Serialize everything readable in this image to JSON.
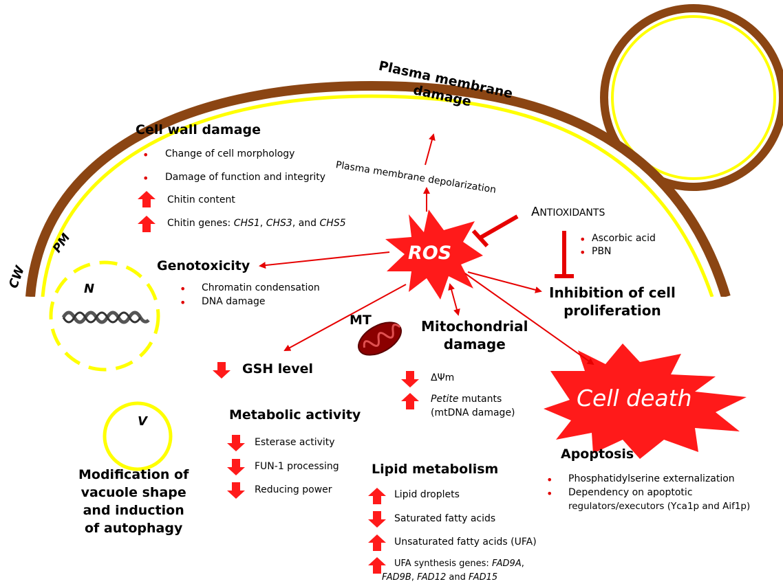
{
  "labels": {
    "cw": "CW",
    "pm": "PM",
    "n": "N",
    "v": "V",
    "mt": "MT",
    "ros": "ROS",
    "cell_death": "Cell death"
  },
  "plasma": {
    "title_line1": "Plasma membrane",
    "title_line2": "damage",
    "depolarization": "Plasma membrane depolarization"
  },
  "cell_wall": {
    "title": "Cell wall damage",
    "items": [
      "Change of cell morphology",
      "Damage of function and integrity",
      "Chitin content"
    ],
    "chitin_genes_prefix": "Chitin genes: ",
    "chitin_gene_1": "CHS1",
    "chitin_gene_2": "CHS3",
    "chitin_genes_and": ", and ",
    "chitin_gene_3": "CHS5",
    "comma": ", "
  },
  "antioxidants": {
    "title_cap": "A",
    "title_rest": "NTIOXIDANTS",
    "items": [
      "Ascorbic acid",
      "PBN"
    ]
  },
  "genotoxicity": {
    "title": "Genotoxicity",
    "items": [
      "Chromatin condensation",
      "DNA damage"
    ]
  },
  "inhibition": {
    "line1": "Inhibition of cell",
    "line2": "proliferation"
  },
  "mito": {
    "line1": "Mitochondrial",
    "line2": "damage",
    "psi": "ΔΨm",
    "petite_italic": "Petite",
    "petite_rest": " mutants",
    "mtdna": "(mtDNA damage)"
  },
  "gsh": {
    "title": "GSH level"
  },
  "metabolic": {
    "title": "Metabolic activity",
    "items": [
      "Esterase activity",
      "FUN-1 processing",
      "Reducing power"
    ]
  },
  "vacuole": {
    "lines": [
      "Modification of",
      "vacuole shape",
      "and induction",
      "of autophagy"
    ]
  },
  "lipid": {
    "title": "Lipid metabolism",
    "items": [
      "Lipid droplets",
      "Saturated fatty acids",
      "Unsaturated fatty acids (UFA)"
    ],
    "ufa_prefix": "UFA synthesis genes: ",
    "g1": "FAD9A",
    "g2": "FAD9B",
    "g3": "FAD12",
    "and": " and ",
    "g4": "FAD15",
    "comma": ", "
  },
  "apoptosis": {
    "title": "Apoptosis",
    "items": [
      "Phosphatidylserine externalization",
      "Dependency on apoptotic"
    ],
    "item2_line2": "regulators/executors (Yca1p and Aif1p)"
  },
  "colors": {
    "red": "#e60000",
    "wall_brown": "#8b4513",
    "membrane_yellow": "#ffff00"
  }
}
